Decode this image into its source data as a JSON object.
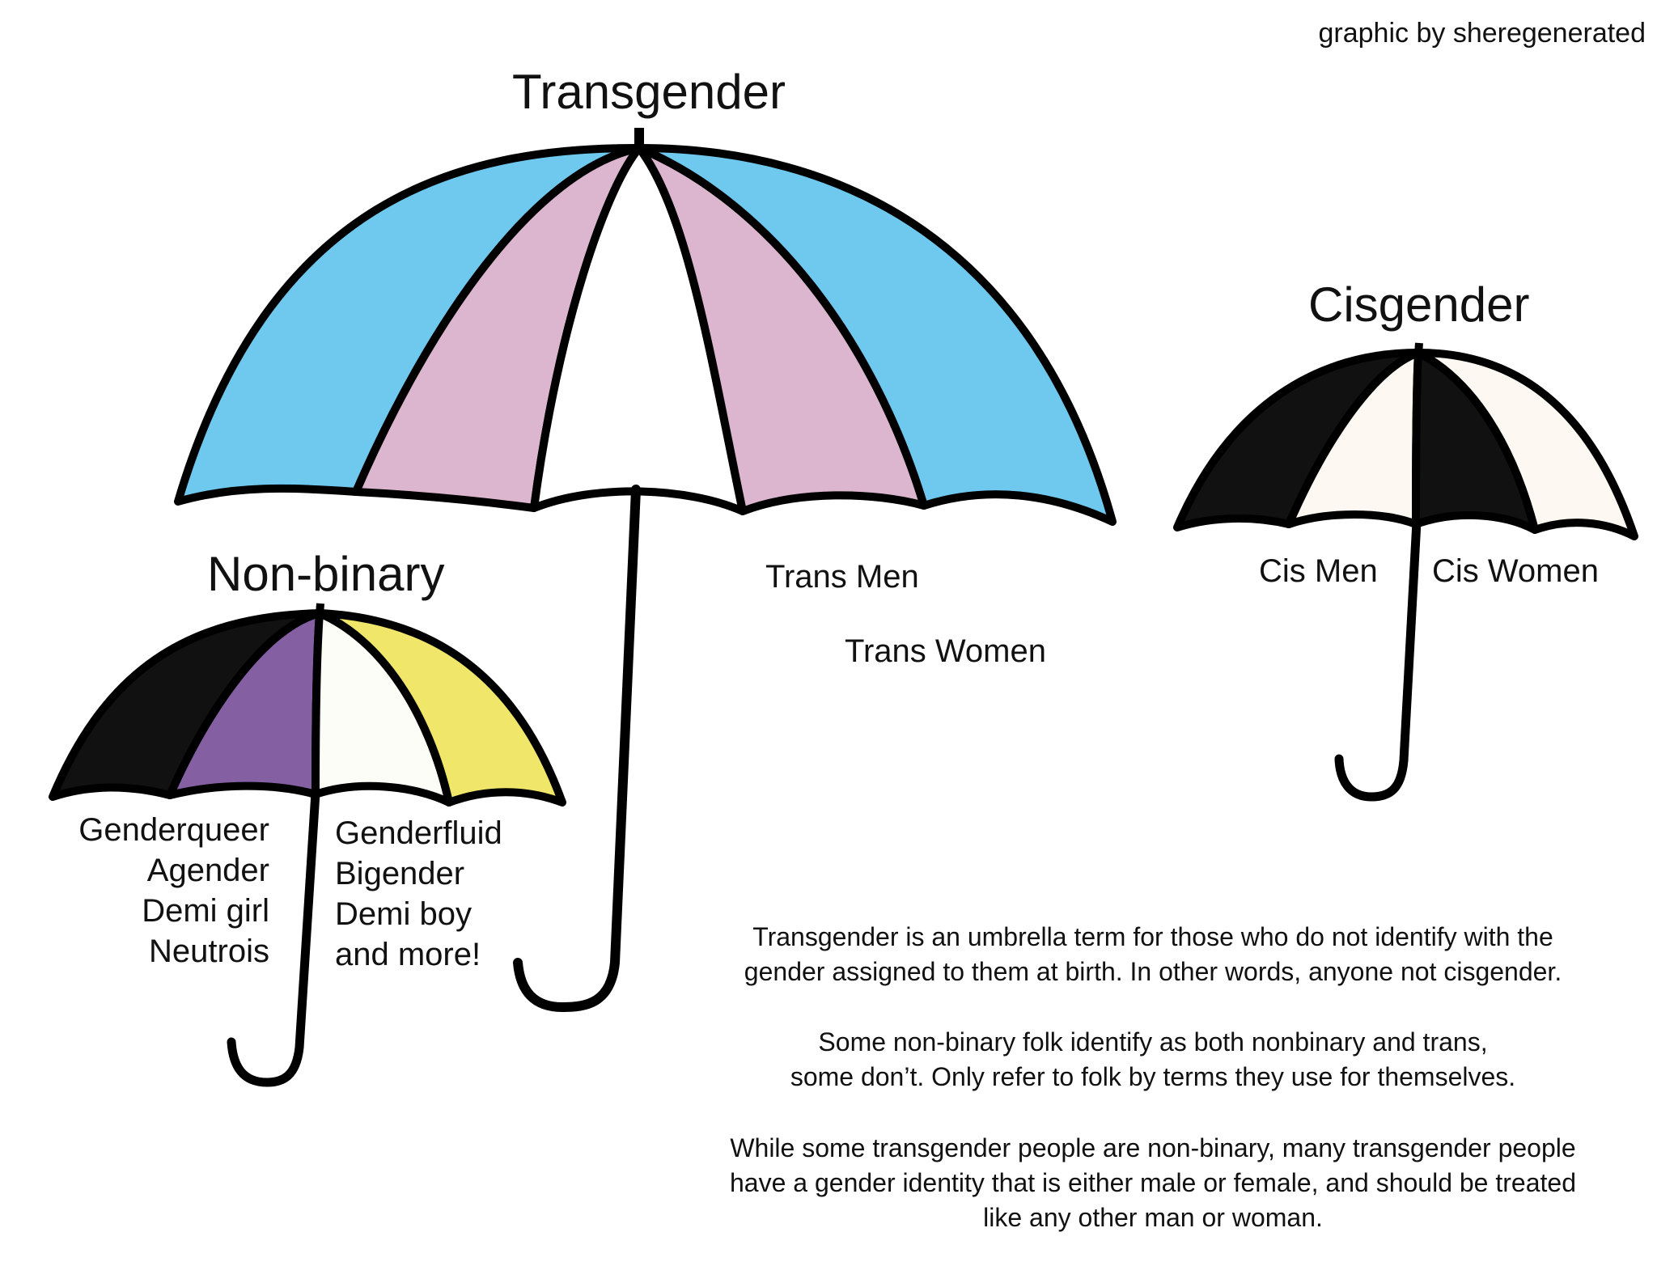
{
  "credit": "graphic by sheregenerated",
  "colors": {
    "trans_blue": "#6fc9ee",
    "trans_pink": "#dcb5cf",
    "white": "#ffffff",
    "nb_black": "#111111",
    "nb_purple": "#8460a2",
    "nb_white": "#fbfdf6",
    "nb_yellow": "#f0e66a",
    "cis_black": "#111111",
    "cis_cream": "#fdf9f2",
    "outline": "#000000"
  },
  "umbrellas": {
    "transgender": {
      "title": "Transgender",
      "labels": [
        "Trans Men",
        "Trans Women"
      ],
      "panels": [
        "trans_blue",
        "trans_pink",
        "white",
        "trans_pink",
        "trans_blue"
      ]
    },
    "non_binary": {
      "title": "Non-binary",
      "left_list": [
        "Genderqueer",
        "Agender",
        "Demi girl",
        "Neutrois"
      ],
      "right_list": [
        "Genderfluid",
        "Bigender",
        "Demi boy",
        "and more!"
      ],
      "panels": [
        "nb_black",
        "nb_purple",
        "nb_white",
        "nb_yellow"
      ]
    },
    "cisgender": {
      "title": "Cisgender",
      "labels": [
        "Cis Men",
        "Cis Women"
      ],
      "panels": [
        "cis_black",
        "cis_cream",
        "cis_black",
        "cis_cream"
      ]
    }
  },
  "paragraphs": [
    [
      "Transgender is an umbrella term for those who do not identify with the",
      "gender assigned to them at birth. In other words, anyone not cisgender."
    ],
    [
      "Some non-binary folk identify as both nonbinary and trans,",
      "some don’t. Only refer to folk by terms they use for themselves."
    ],
    [
      "While some transgender people are non-binary, many transgender people",
      "have a gender identity that is either male or female, and should be treated",
      "like any other man or woman."
    ]
  ]
}
